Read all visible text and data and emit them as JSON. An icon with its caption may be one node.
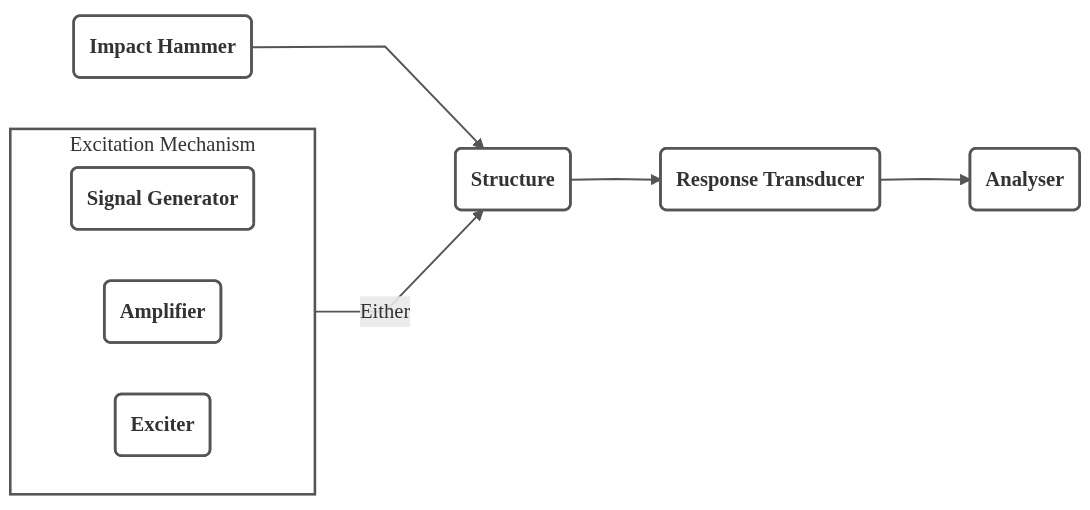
{
  "diagram": {
    "nodes": [
      {
        "text": [
          "Excitation Mechanism"
        ]
      },
      {
        "text": [
          "Signal Generator"
        ],
        "in": 0
      },
      {
        "text": [
          "Amplifier"
        ],
        "in": 0
      },
      {
        "text": [
          "Exciter"
        ],
        "in": 0
      },
      {
        "text": [
          "Impact Hammer"
        ]
      },
      {
        "text": [
          "Structure"
        ]
      },
      {
        "text": [
          "Response Transducer"
        ]
      },
      {
        "text": [
          "Analyser"
        ]
      }
    ],
    "edges": [
      {
        "from": 0,
        "to": 5,
        "arrow": "to",
        "label": "Either"
      },
      {
        "from": 4,
        "to": 5,
        "arrow": "to"
      },
      {
        "from": 5,
        "to": 6,
        "arrow": "to"
      },
      {
        "from": 6,
        "to": 7,
        "arrow": "to"
      }
    ]
  }
}
